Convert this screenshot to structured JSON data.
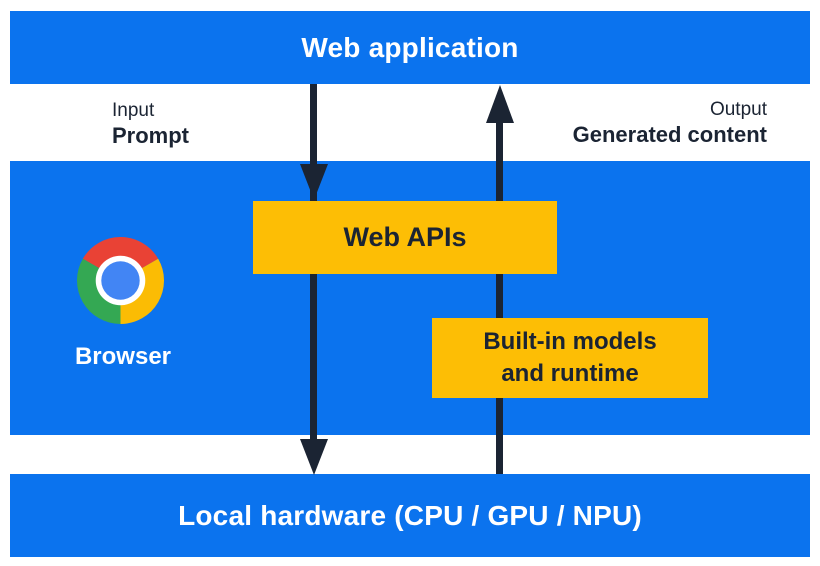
{
  "colors": {
    "blue": "#0b73ee",
    "yellow": "#fdbe05",
    "navy": "#1b2433",
    "white": "#ffffff",
    "chrome_red": "#e94235",
    "chrome_green": "#34a853",
    "chrome_yellow": "#fbbc04",
    "chrome_blue": "#4285f4"
  },
  "top_bar": {
    "label": "Web application"
  },
  "flow_labels": {
    "input": {
      "caption": "Input",
      "label": "Prompt"
    },
    "output": {
      "caption": "Output",
      "label": "Generated content"
    }
  },
  "browser_panel": {
    "logo": "chrome-browser-logo",
    "browser_label": "Browser",
    "web_apis": {
      "label": "Web APIs"
    },
    "builtin": {
      "line1": "Built-in models",
      "line2": "and runtime"
    }
  },
  "bottom_bar": {
    "label": "Local hardware (CPU / GPU / NPU)"
  }
}
